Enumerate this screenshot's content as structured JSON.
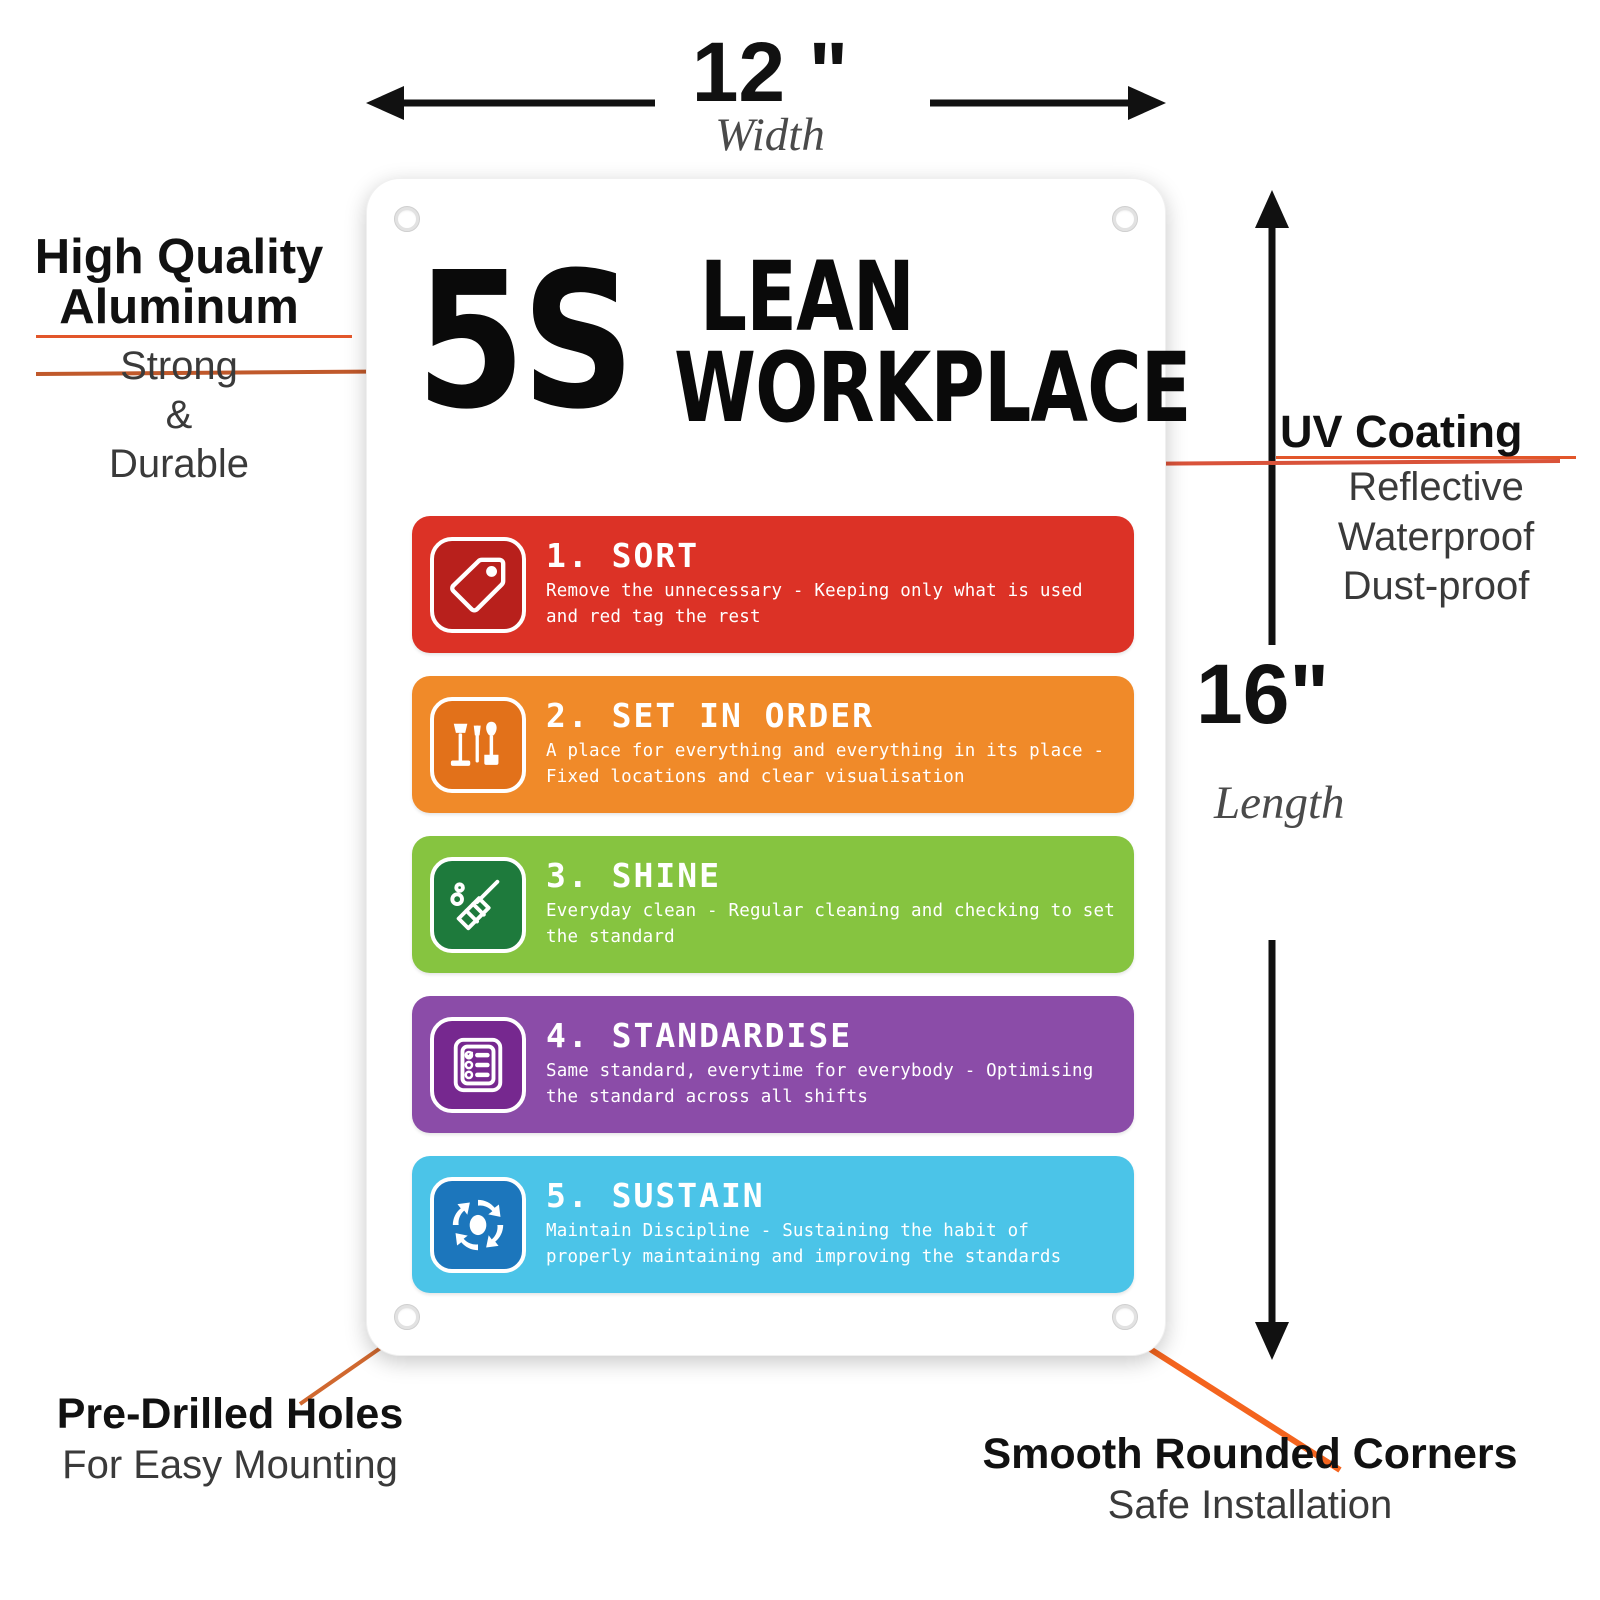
{
  "product": {
    "sign_title_badge": "5S",
    "sign_title_line1": "LEAN",
    "sign_title_line2": "WORKPLACE"
  },
  "dimensions": {
    "width_value": "12 \"",
    "width_caption": "Width",
    "length_value": "16\"",
    "length_caption": "Length"
  },
  "steps": [
    {
      "title": "1. SORT",
      "desc": "Remove the unnecessary - Keeping only what is used and red tag the rest",
      "band_color": "#DC3226",
      "tile_color": "#B8201C",
      "icon": "tag-icon"
    },
    {
      "title": "2. SET IN ORDER",
      "desc": "A place for everything and everything in its place - Fixed locations and clear visualisation",
      "band_color": "#F08A29",
      "tile_color": "#E2711A",
      "icon": "cleaning-tools-icon"
    },
    {
      "title": "3. SHINE",
      "desc": "Everyday clean - Regular cleaning and checking to set the standard",
      "band_color": "#86C440",
      "tile_color": "#1E7A3C",
      "icon": "broom-icon"
    },
    {
      "title": "4. STANDARDISE",
      "desc": "Same standard, everytime for everybody - Optimising the standard across all shifts",
      "band_color": "#8B4CA8",
      "tile_color": "#76288F",
      "icon": "checklist-icon"
    },
    {
      "title": "5. SUSTAIN",
      "desc": "Maintain Discipline - Sustaining the habit of properly maintaining and improving the standards",
      "band_color": "#4BC4E8",
      "tile_color": "#1C76BC",
      "icon": "cycle-arrows-icon"
    }
  ],
  "annotations": {
    "aluminum": {
      "heading_line1": "High Quality",
      "heading_line2": "Aluminum",
      "sub_line1": "Strong",
      "sub_line2": "&",
      "sub_line3": "Durable"
    },
    "uv": {
      "heading": "UV Coating",
      "sub_line1": "Reflective",
      "sub_line2": "Waterproof",
      "sub_line3": "Dust-proof"
    },
    "holes": {
      "heading": "Pre-Drilled Holes",
      "sub": "For Easy Mounting"
    },
    "corners": {
      "heading": "Smooth Rounded Corners",
      "sub": "Safe Installation"
    }
  },
  "colors": {
    "callout_accent": "#E2562A",
    "callout_leader": "#F4641E",
    "sign_background": "#FFFFFF",
    "title_text": "#0A0A0A"
  }
}
